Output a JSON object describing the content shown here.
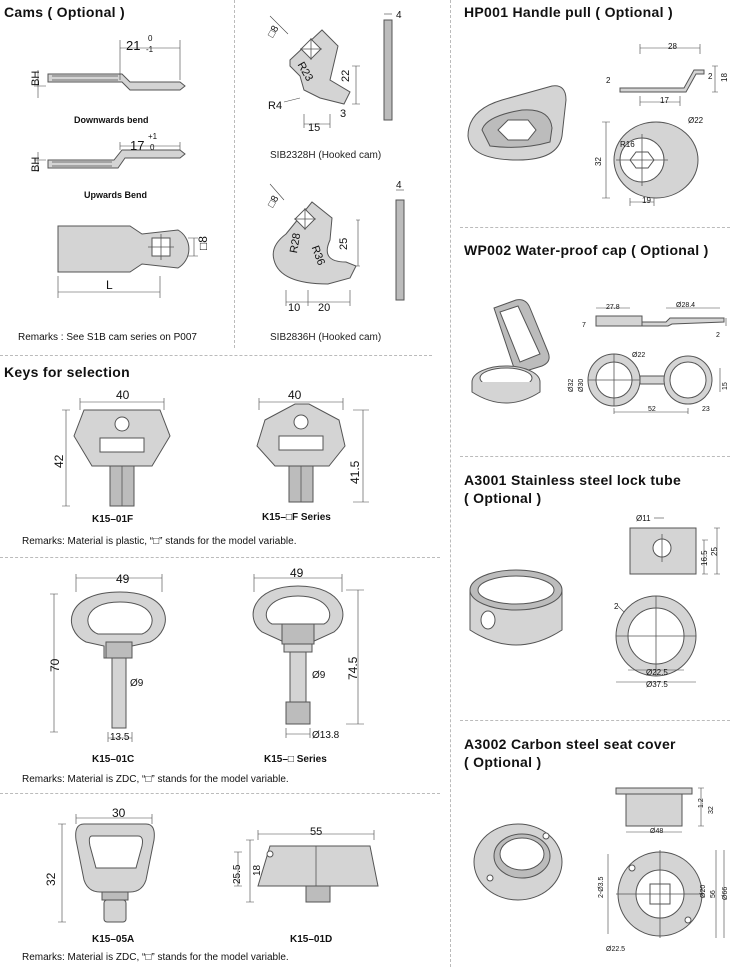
{
  "cams": {
    "title": "Cams ( Optional )",
    "dim_21": "21",
    "tol_21_top": "0",
    "tol_21_bottom": "-1",
    "bh_1": "BH",
    "downwards_label": "Downwards bend",
    "dim_17": "17",
    "tol_17_top": "+1",
    "tol_17_bottom": "0",
    "bh_2": "BH",
    "upwards_label": "Upwards  Bend",
    "dim_8": "□8",
    "dim_L": "L",
    "remarks": "Remarks : See S1B cam series on P007",
    "hooked1": {
      "dim_sq8": "□8",
      "dim_r23": "R23",
      "dim_22": "22",
      "dim_r4": "R4",
      "dim_15": "15",
      "dim_3": "3",
      "dim_4": "4",
      "caption": "SIB2328H (Hooked cam)"
    },
    "hooked2": {
      "dim_sq8": "□8",
      "dim_r28": "R28",
      "dim_r36": "R36",
      "dim_25": "25",
      "dim_10": "10",
      "dim_20": "20",
      "dim_4": "4",
      "caption": "SIB2836H (Hooked cam)"
    }
  },
  "keys": {
    "title": "Keys for selection",
    "k15_01f": {
      "dim_w": "40",
      "dim_h": "42",
      "label": "K15–01F"
    },
    "k15_f": {
      "dim_w": "40",
      "dim_h": "41.5",
      "label": "K15–□F Series"
    },
    "remarks_1": "Remarks: Material is plastic, “□” stands for the model variable.",
    "k15_01c": {
      "dim_w": "49",
      "dim_h": "70",
      "dim_d": "Ø9",
      "dim_b": "13.5",
      "label": "K15–01C"
    },
    "k15_series": {
      "dim_w": "49",
      "dim_h": "74.5",
      "dim_d": "Ø9",
      "dim_b": "Ø13.8",
      "label": "K15–□ Series"
    },
    "remarks_2": "Remarks: Material is ZDC, “□” stands for the model variable.",
    "k15_05a": {
      "dim_w": "30",
      "dim_h": "32",
      "label": "K15–05A"
    },
    "k15_01d": {
      "dim_w": "55",
      "dim_h1": "25.5",
      "dim_h2": "18",
      "label": "K15–01D"
    },
    "remarks_3": "Remarks: Material is ZDC, “□” stands for the model variable."
  },
  "hp001": {
    "title": "HP001 Handle pull ( Optional )",
    "dim_28": "28",
    "dim_2": "2",
    "dim_2b": "2",
    "dim_18": "18",
    "dim_17": "17",
    "dim_d22": "Ø22",
    "dim_32": "32",
    "dim_19": "19",
    "dim_r16": "R16"
  },
  "wp002": {
    "title": "WP002 Water-proof cap ( Optional )",
    "dim_278": "27.8",
    "dim_d284": "Ø28.4",
    "dim_7": "7",
    "dim_2": "2",
    "dim_d22": "Ø22",
    "dim_d32": "Ø32",
    "dim_d30": "Ø30",
    "dim_15": "15",
    "dim_52": "52",
    "dim_23": "23"
  },
  "a3001": {
    "title_1": "A3001 Stainless steel lock tube",
    "title_2": "( Optional )",
    "dim_d11": "Ø11",
    "dim_165": "16.5",
    "dim_25": "25",
    "dim_2": "2",
    "dim_d225": "Ø22.5",
    "dim_d375": "Ø37.5"
  },
  "a3002": {
    "title_1": "A3002 Carbon steel seat cover",
    "title_2": "( Optional )",
    "dim_12": "1.2",
    "dim_32": "32",
    "dim_d48": "Ø48",
    "dim_2d35": "2-Ø3.5",
    "dim_d20": "Ø20",
    "dim_56": "56",
    "dim_66": "Ø66",
    "dim_d225": "Ø22.5"
  }
}
